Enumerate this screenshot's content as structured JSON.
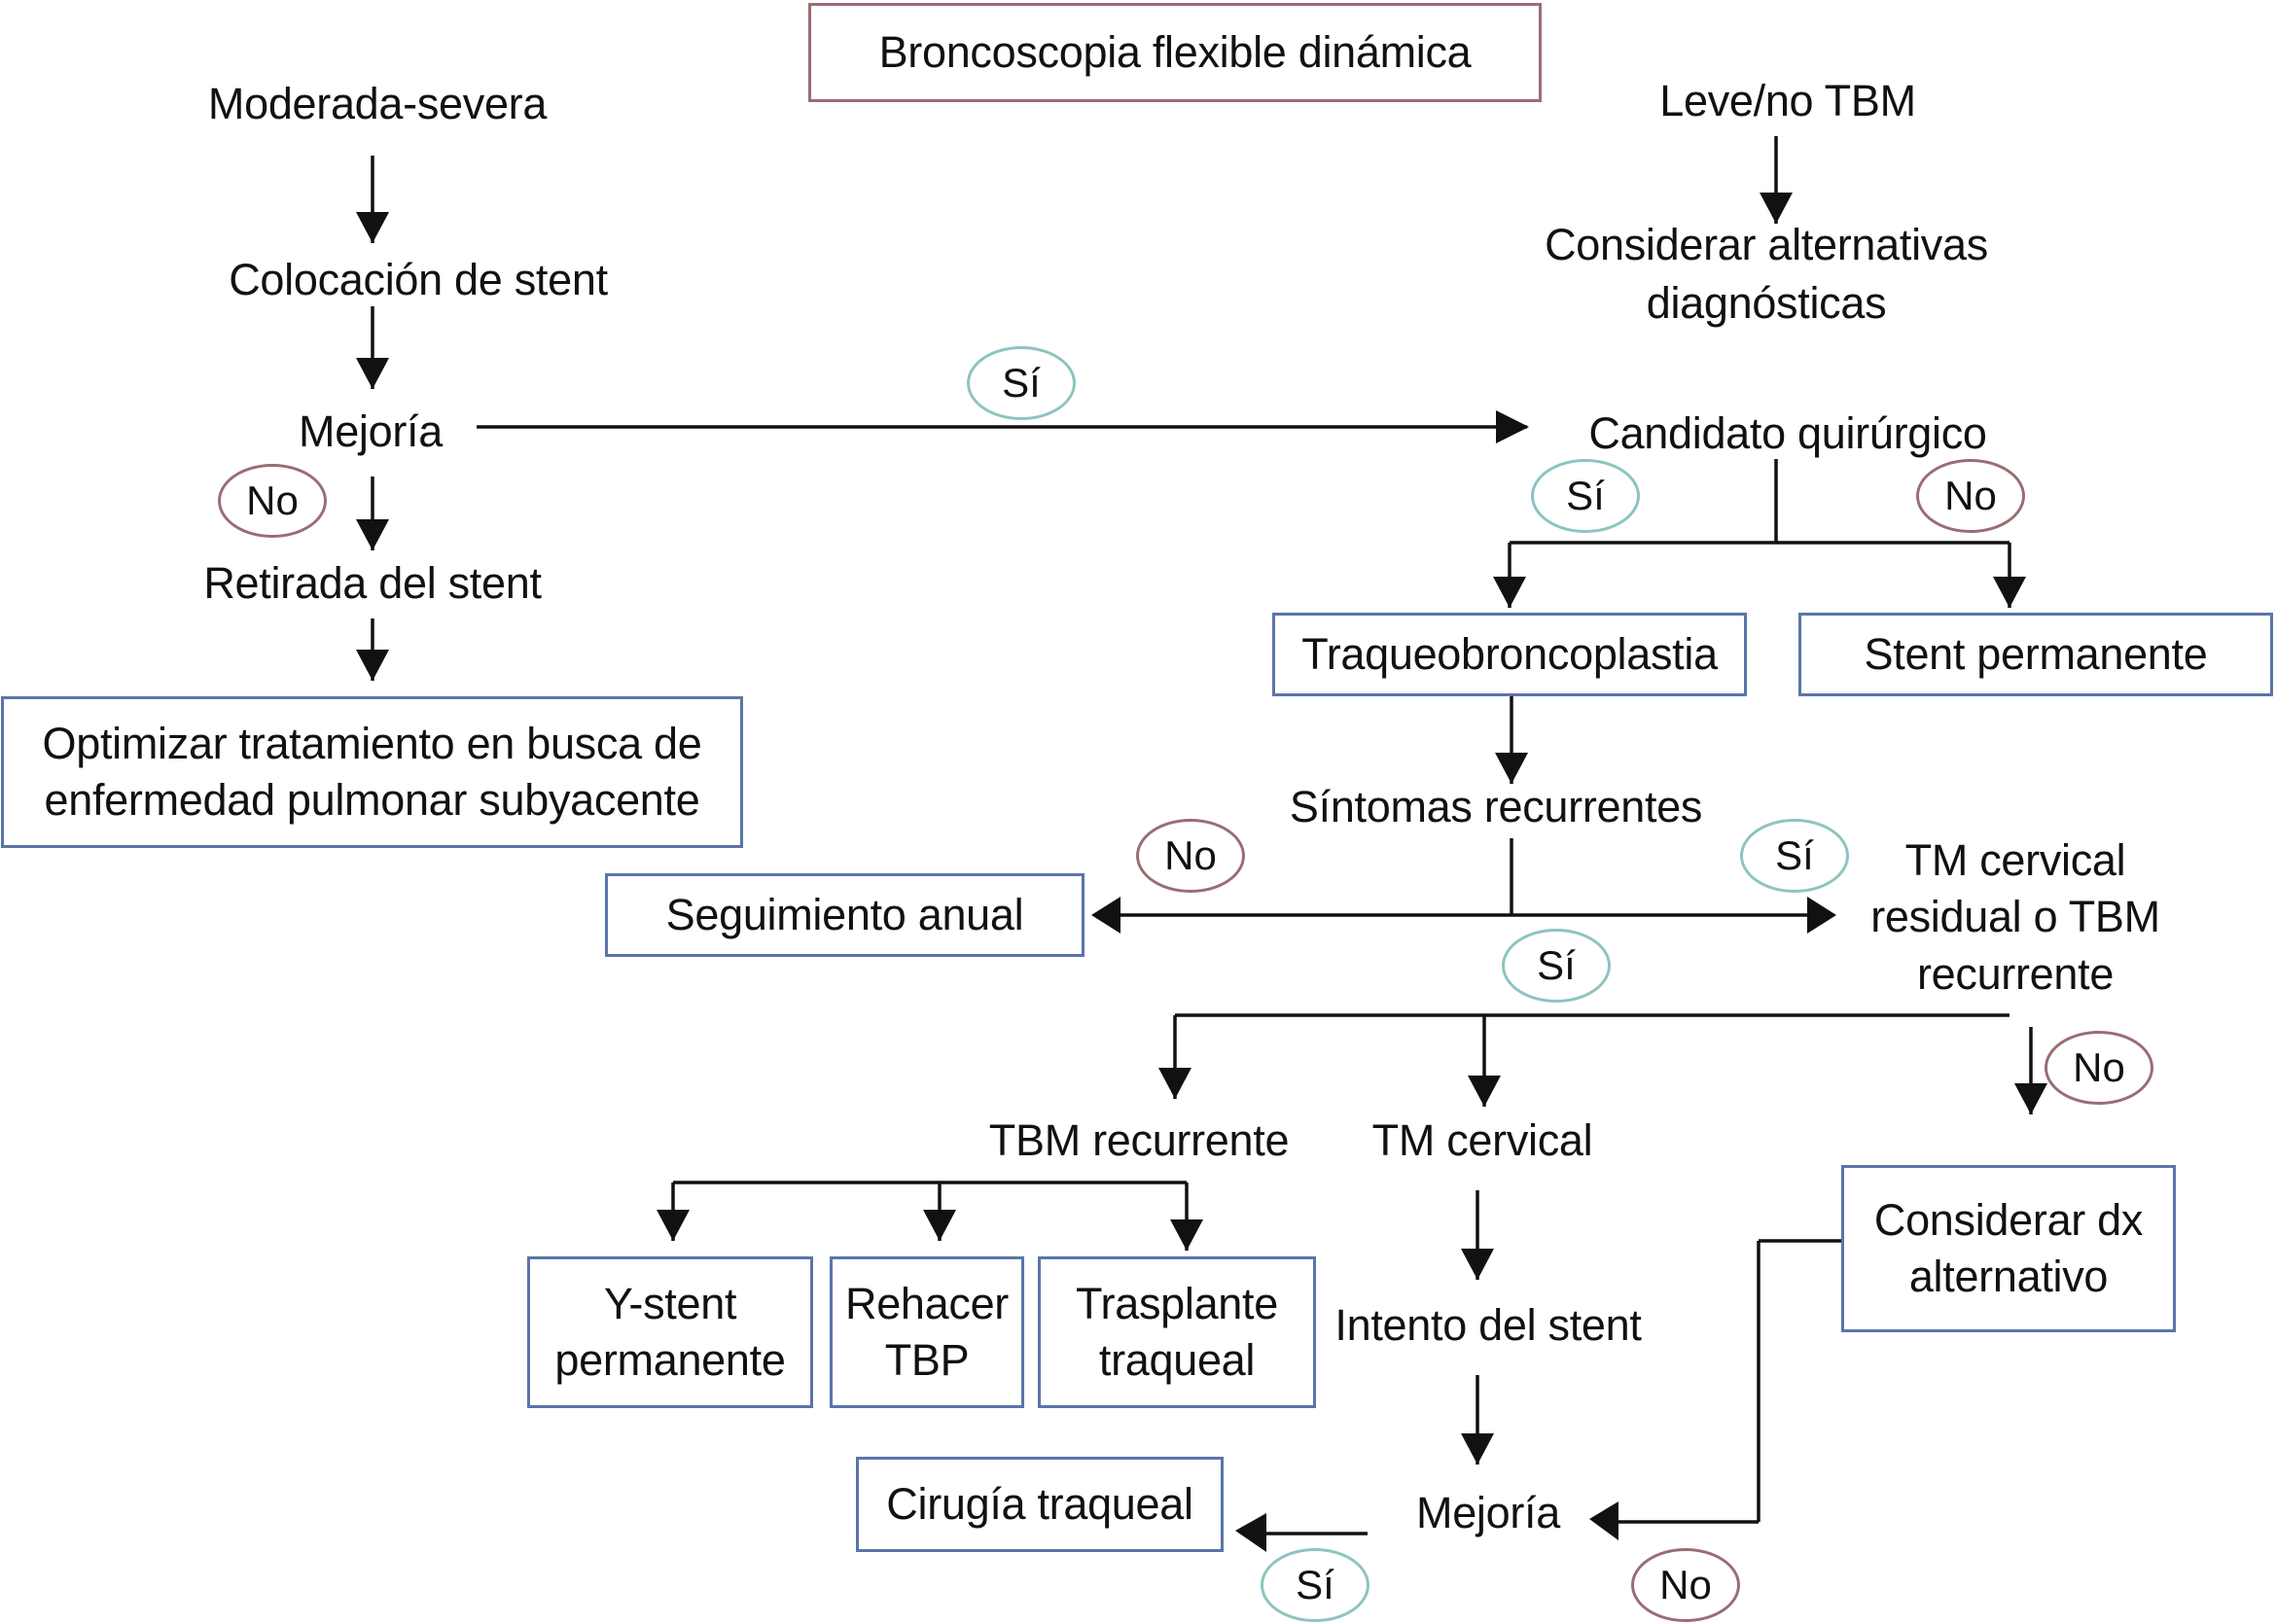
{
  "title": "Broncoscopia flexible dinámica",
  "colors": {
    "box_border": "#5b75a8",
    "title_border": "#9a6d72",
    "yes_circle": "#8cc4c0",
    "no_circle": "#9a6d72"
  },
  "left_branch": {
    "severity": "Moderada-severa",
    "step1": "Colocación de stent",
    "decision": "Mejoría",
    "step_no": "Retirada del stent",
    "outcome_line1": "Optimizar tratamiento en busca de",
    "outcome_line2": "enfermedad pulmonar subyacente"
  },
  "right_branch": {
    "severity": "Leve/no TBM",
    "step1_line1": "Considerar alternativas",
    "step1_line2": "diagnósticas"
  },
  "surgical": {
    "decision": "Candidato quirúrgico",
    "yes_outcome": "Traqueobroncoplastia",
    "no_outcome": "Stent permanente"
  },
  "recurrence": {
    "decision": "Síntomas recurrentes",
    "no_outcome": "Seguimiento anual",
    "yes_line1": "TM cervical",
    "yes_line2": "residual o TBM",
    "yes_line3": "recurrente",
    "tbm_recurrente": "TBM recurrente",
    "tm_cervical": "TM cervical",
    "consider_line1": "Considerar dx",
    "consider_line2": "alternativo"
  },
  "tbm_options": [
    {
      "line1": "Y-stent",
      "line2": "permanente"
    },
    {
      "line1": "Rehacer",
      "line2": "TBP"
    },
    {
      "line1": "Trasplante",
      "line2": "traqueal"
    }
  ],
  "cervical": {
    "step": "Intento del stent",
    "decision": "Mejoría",
    "yes_outcome": "Cirugía traqueal"
  },
  "labels": {
    "yes": "Sí",
    "no": "No"
  }
}
